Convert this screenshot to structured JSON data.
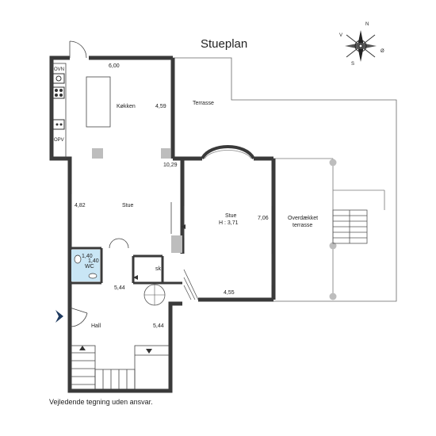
{
  "plan": {
    "title": "Stueplan",
    "disclaimer": "Vejledende tegning uden ansvar.",
    "compass": {
      "n": "N",
      "v": "V",
      "s": "S",
      "o": "Ø"
    },
    "appliances": {
      "oven": "OVN",
      "dishwasher": "OPV"
    },
    "rooms": {
      "kitchen": "Køkken",
      "terrace": "Terrasse",
      "living": "Stue",
      "living_big": "Stue",
      "living_big_height": "H : 3,71",
      "covered_terrace_1": "Overdækket",
      "covered_terrace_2": "terrasse",
      "wc": "WC",
      "closet": "sk",
      "hall": "Hall"
    },
    "dimensions": {
      "kitchen_width": "6,00",
      "kitchen_depth": "4,59",
      "total_length": "10,29",
      "living_width": "4,82",
      "living_big_depth": "7,06",
      "living_big_width": "4,55",
      "wc_1": "1,40",
      "wc_2": "1,40",
      "hall_width": "5,44",
      "hall_depth": "5,44"
    },
    "colors": {
      "wall": "#3a3a3a",
      "wc_fill": "#c9e6f5",
      "column": "#bdbdbd",
      "entry_arrow": "#1f3a5f"
    }
  }
}
